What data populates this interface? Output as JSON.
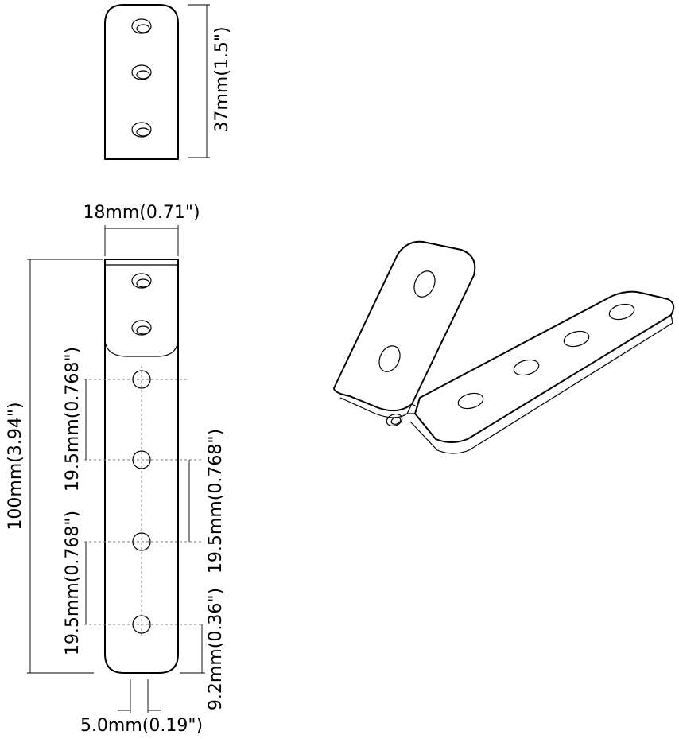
{
  "dimensions": {
    "side_height": "37mm(1.5\")",
    "width": "18mm(0.71\")",
    "length": "100mm(3.94\")",
    "hole_pitch_1": "19.5mm(0.768\")",
    "hole_pitch_2": "19.5mm(0.768\")",
    "hole_pitch_3": "19.5mm(0.768\")",
    "end_to_hole": "9.2mm(0.36\")",
    "hole_diameter": "5.0mm(0.19\")"
  }
}
